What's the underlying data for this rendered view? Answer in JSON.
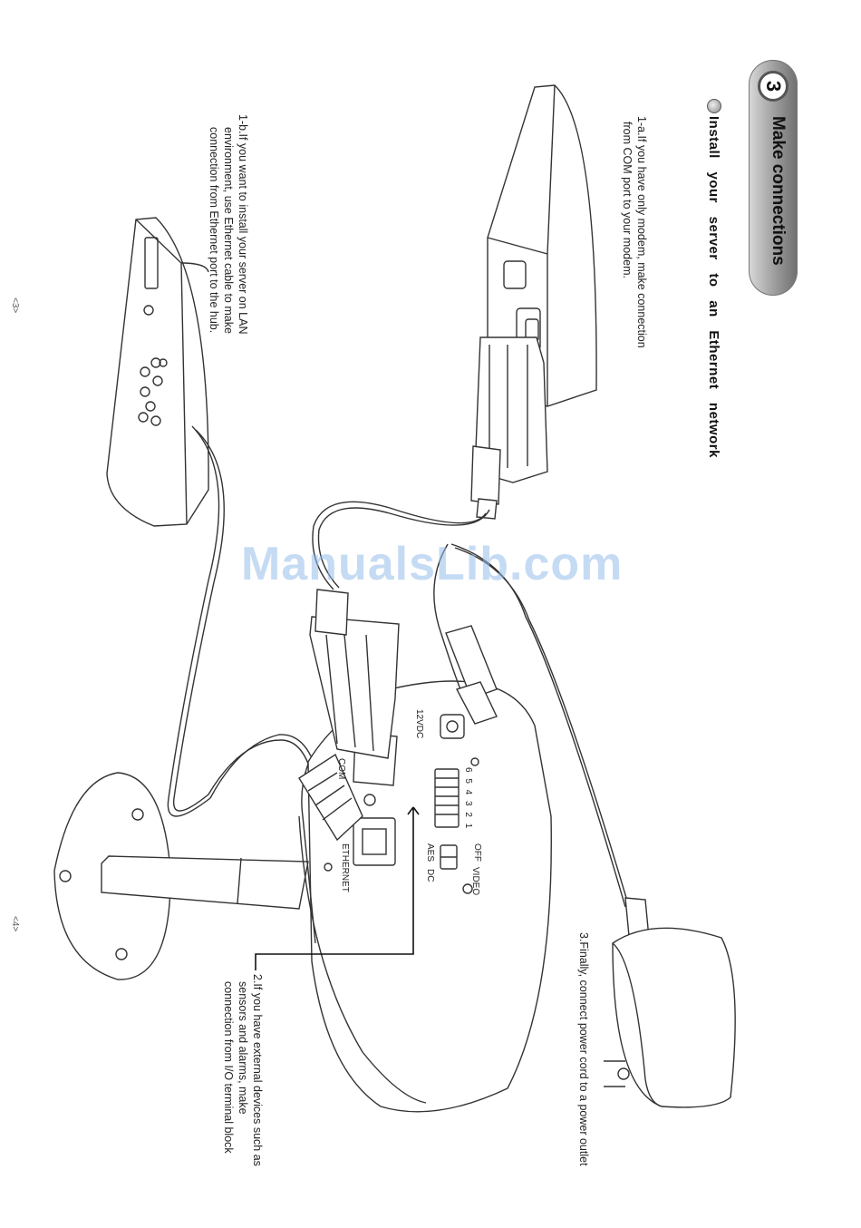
{
  "section": {
    "number": "3",
    "title": "Make connections",
    "subtitle": "Install your server to an Ethernet network"
  },
  "steps": {
    "step_1a": [
      "1-a.If you have only modem, make connection",
      "from COM port to your modem."
    ],
    "step_1b": [
      "1-b.If you want to install your server on LAN",
      "environment, use Ethernet cable to make",
      "connection from Ethernet port to the hub."
    ],
    "step_2": [
      "2.If you have external devices such as",
      "sensors and alarms, make",
      "connection from I/O terminal block"
    ],
    "step_3": [
      "3.Finally, connect power cord to a power outlet"
    ]
  },
  "device_labels": {
    "com": "COM",
    "ethernet": "ETHERNET",
    "power": "12VDC",
    "off": "OFF",
    "video": "VIDEO",
    "aes": "AES",
    "dc": "DC",
    "terminals": "6 5 4 3 2 1"
  },
  "page_numbers": {
    "left": "<3>",
    "right": "<4>"
  },
  "watermark": "ManualsLib.com",
  "icons": {
    "modem": "modem-icon",
    "hub": "hub-icon",
    "server": "video-server-icon",
    "adapter": "power-adapter-icon"
  }
}
